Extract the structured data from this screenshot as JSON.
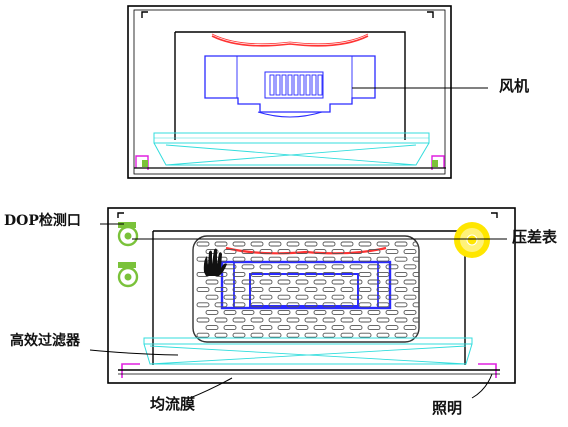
{
  "labels": {
    "fan": "风机",
    "dop_port": "DOP检测口",
    "pressure_gauge": "压差表",
    "hepa_filter": "高效过滤器",
    "diffuser_membrane": "均流膜",
    "lighting": "照明"
  },
  "colors": {
    "outline": "#000000",
    "fan": "#2a2aff",
    "filter": "#33dddd",
    "fan_top": "#ff3333",
    "lamp": "#e020e0",
    "dop_port": "#7ac23a",
    "gauge": "#ffe600",
    "perforated_plate": "#555555"
  }
}
